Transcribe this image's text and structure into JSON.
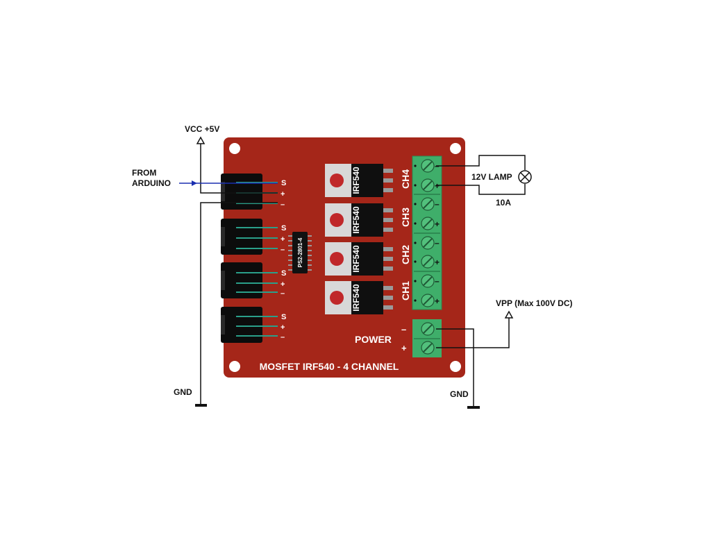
{
  "labels": {
    "vcc": "VCC +5V",
    "from_line1": "FROM",
    "from_line2": "ARDUINO",
    "gnd_left": "GND",
    "gnd_right": "GND",
    "lamp": "12V LAMP",
    "current": "10A",
    "vpp": "VPP (Max 100V DC)"
  },
  "board": {
    "title": "MOSFET IRF540 - 4 CHANNEL",
    "power_label": "POWER",
    "power_minus": "–",
    "power_plus": "+",
    "ic_label": "PS2-2801-4"
  },
  "pin_labels": {
    "s": "S",
    "plus": "+",
    "minus": "–"
  },
  "mosfets": [
    {
      "part": "IRF540",
      "channel": "CH4"
    },
    {
      "part": "IRF540",
      "channel": "CH3"
    },
    {
      "part": "IRF540",
      "channel": "CH2"
    },
    {
      "part": "IRF540",
      "channel": "CH1"
    }
  ],
  "terminal_signs": {
    "minus": "–",
    "plus": "+"
  },
  "colors": {
    "board": "#a52619",
    "terminal": "#3fae6a",
    "signal_wire": "#1a2fb0",
    "wire": "#111111",
    "header_pin": "#2aa08a"
  }
}
